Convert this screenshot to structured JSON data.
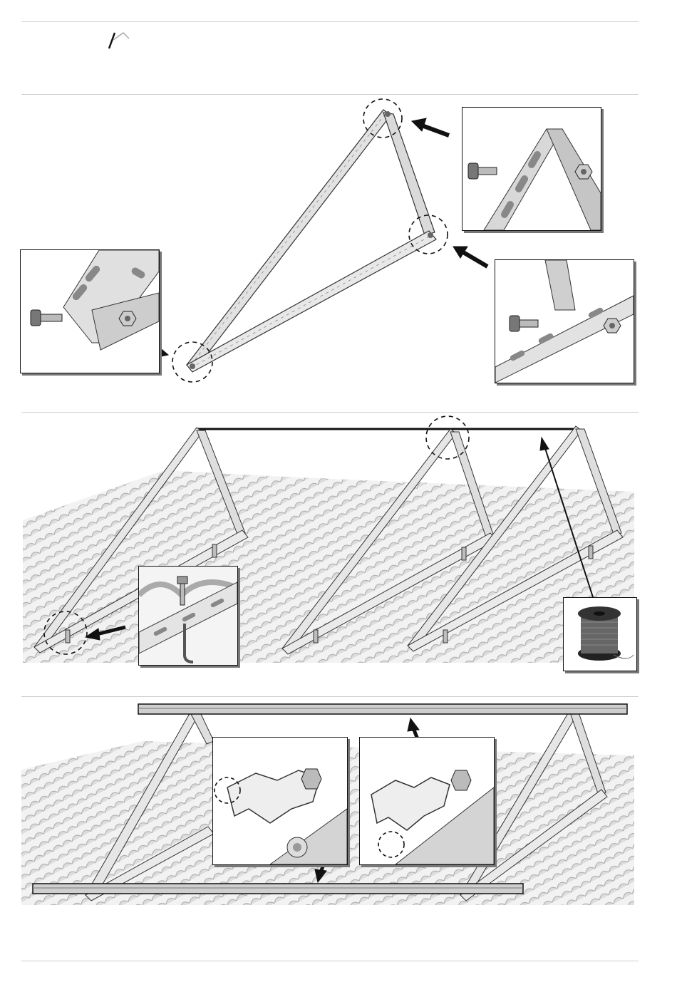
{
  "page": {
    "header_mark": "/",
    "sections": [
      {
        "id": "step-triangle-assembly",
        "insets": [
          "top-joint-detail",
          "middle-joint-detail",
          "bottom-joint-detail"
        ]
      },
      {
        "id": "step-roof-mounting",
        "insets": [
          "roof-hook-detail",
          "cord-spool-detail"
        ]
      },
      {
        "id": "step-rail-mounting",
        "insets": [
          "rail-clamp-detail-a",
          "rail-clamp-detail-b"
        ]
      }
    ]
  },
  "icons": {
    "pencil": "pencil-icon",
    "bolt": "bolt-icon",
    "nut": "nut-icon",
    "spool": "cord-spool-icon",
    "arrow": "pointer-arrow-icon"
  },
  "colors": {
    "line": "#111111",
    "metal_light": "#e4e4e4",
    "metal_mid": "#c9c9c9",
    "metal_dark": "#9a9a9a",
    "roof": "#d6d6d6",
    "spool": "#555555",
    "rule": "#cfcfcf"
  }
}
